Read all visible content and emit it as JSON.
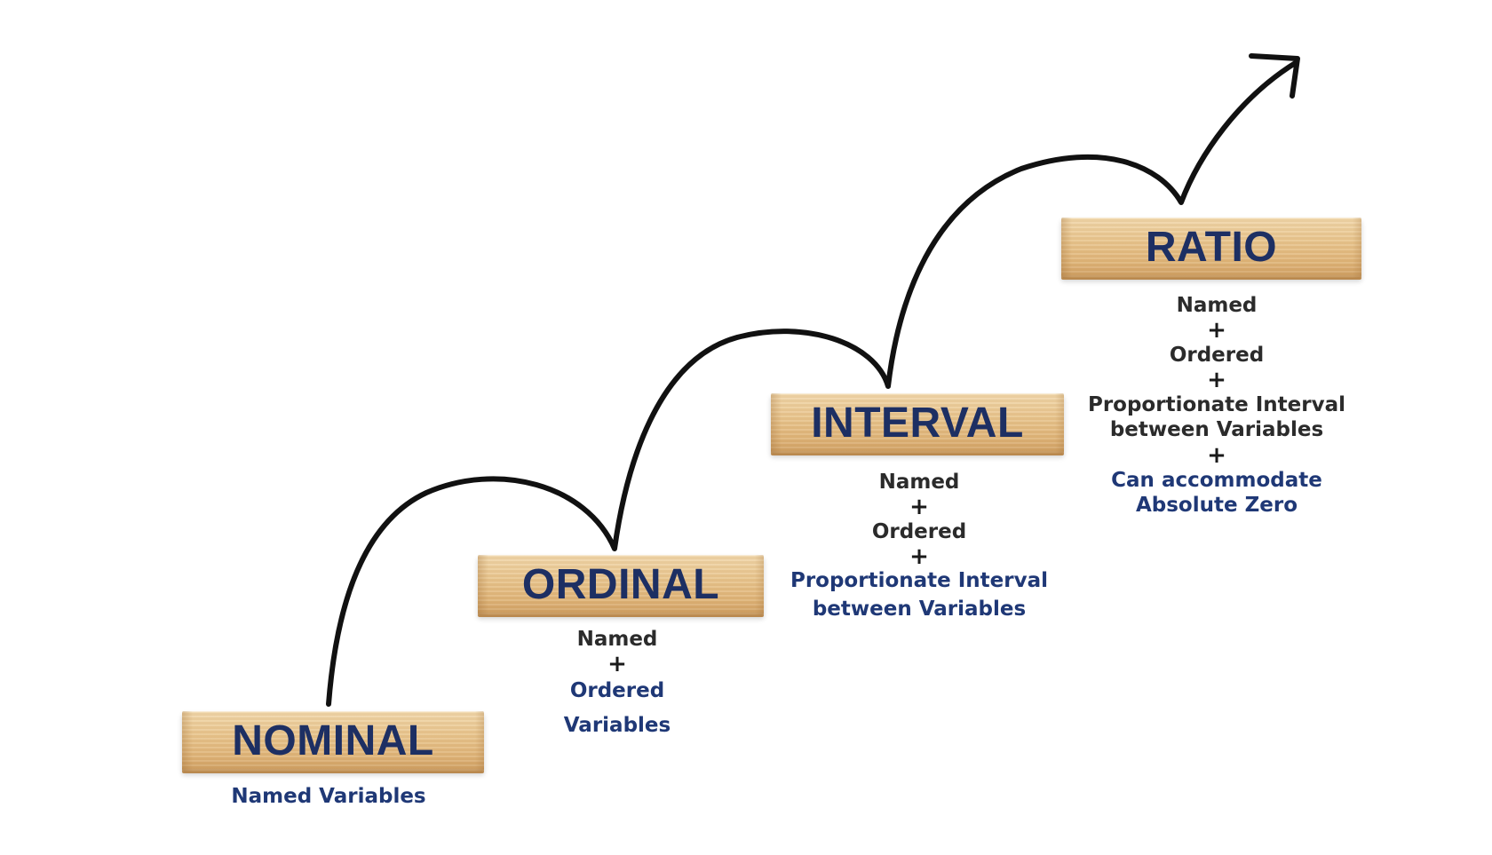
{
  "levels": [
    {
      "title": "NOMINAL",
      "line_1": "Named Variables"
    },
    {
      "title": "ORDINAL",
      "line_1": "Named",
      "plus_1": "+",
      "line_2": "Ordered",
      "line_3": "Variables"
    },
    {
      "title": "INTERVAL",
      "line_1": "Named",
      "plus_1": "+",
      "line_2": "Ordered",
      "plus_2": "+",
      "line_3": "Proportionate Interval",
      "line_4": "between Variables"
    },
    {
      "title": "RATIO",
      "line_1": "Named",
      "plus_1": "+",
      "line_2": "Ordered",
      "plus_2": "+",
      "line_3": "Proportionate Interval",
      "line_4": "between Variables",
      "plus_3": "+",
      "line_5": "Can accommodate",
      "line_6": "Absolute Zero"
    }
  ],
  "colors": {
    "title": "#1d2f63",
    "accent_text": "#1f3876",
    "plain_text": "#2b2b2b",
    "arrow": "#111111",
    "wood": "#e9c68f"
  },
  "icons": {
    "arrow": "upward-arrow-icon"
  }
}
